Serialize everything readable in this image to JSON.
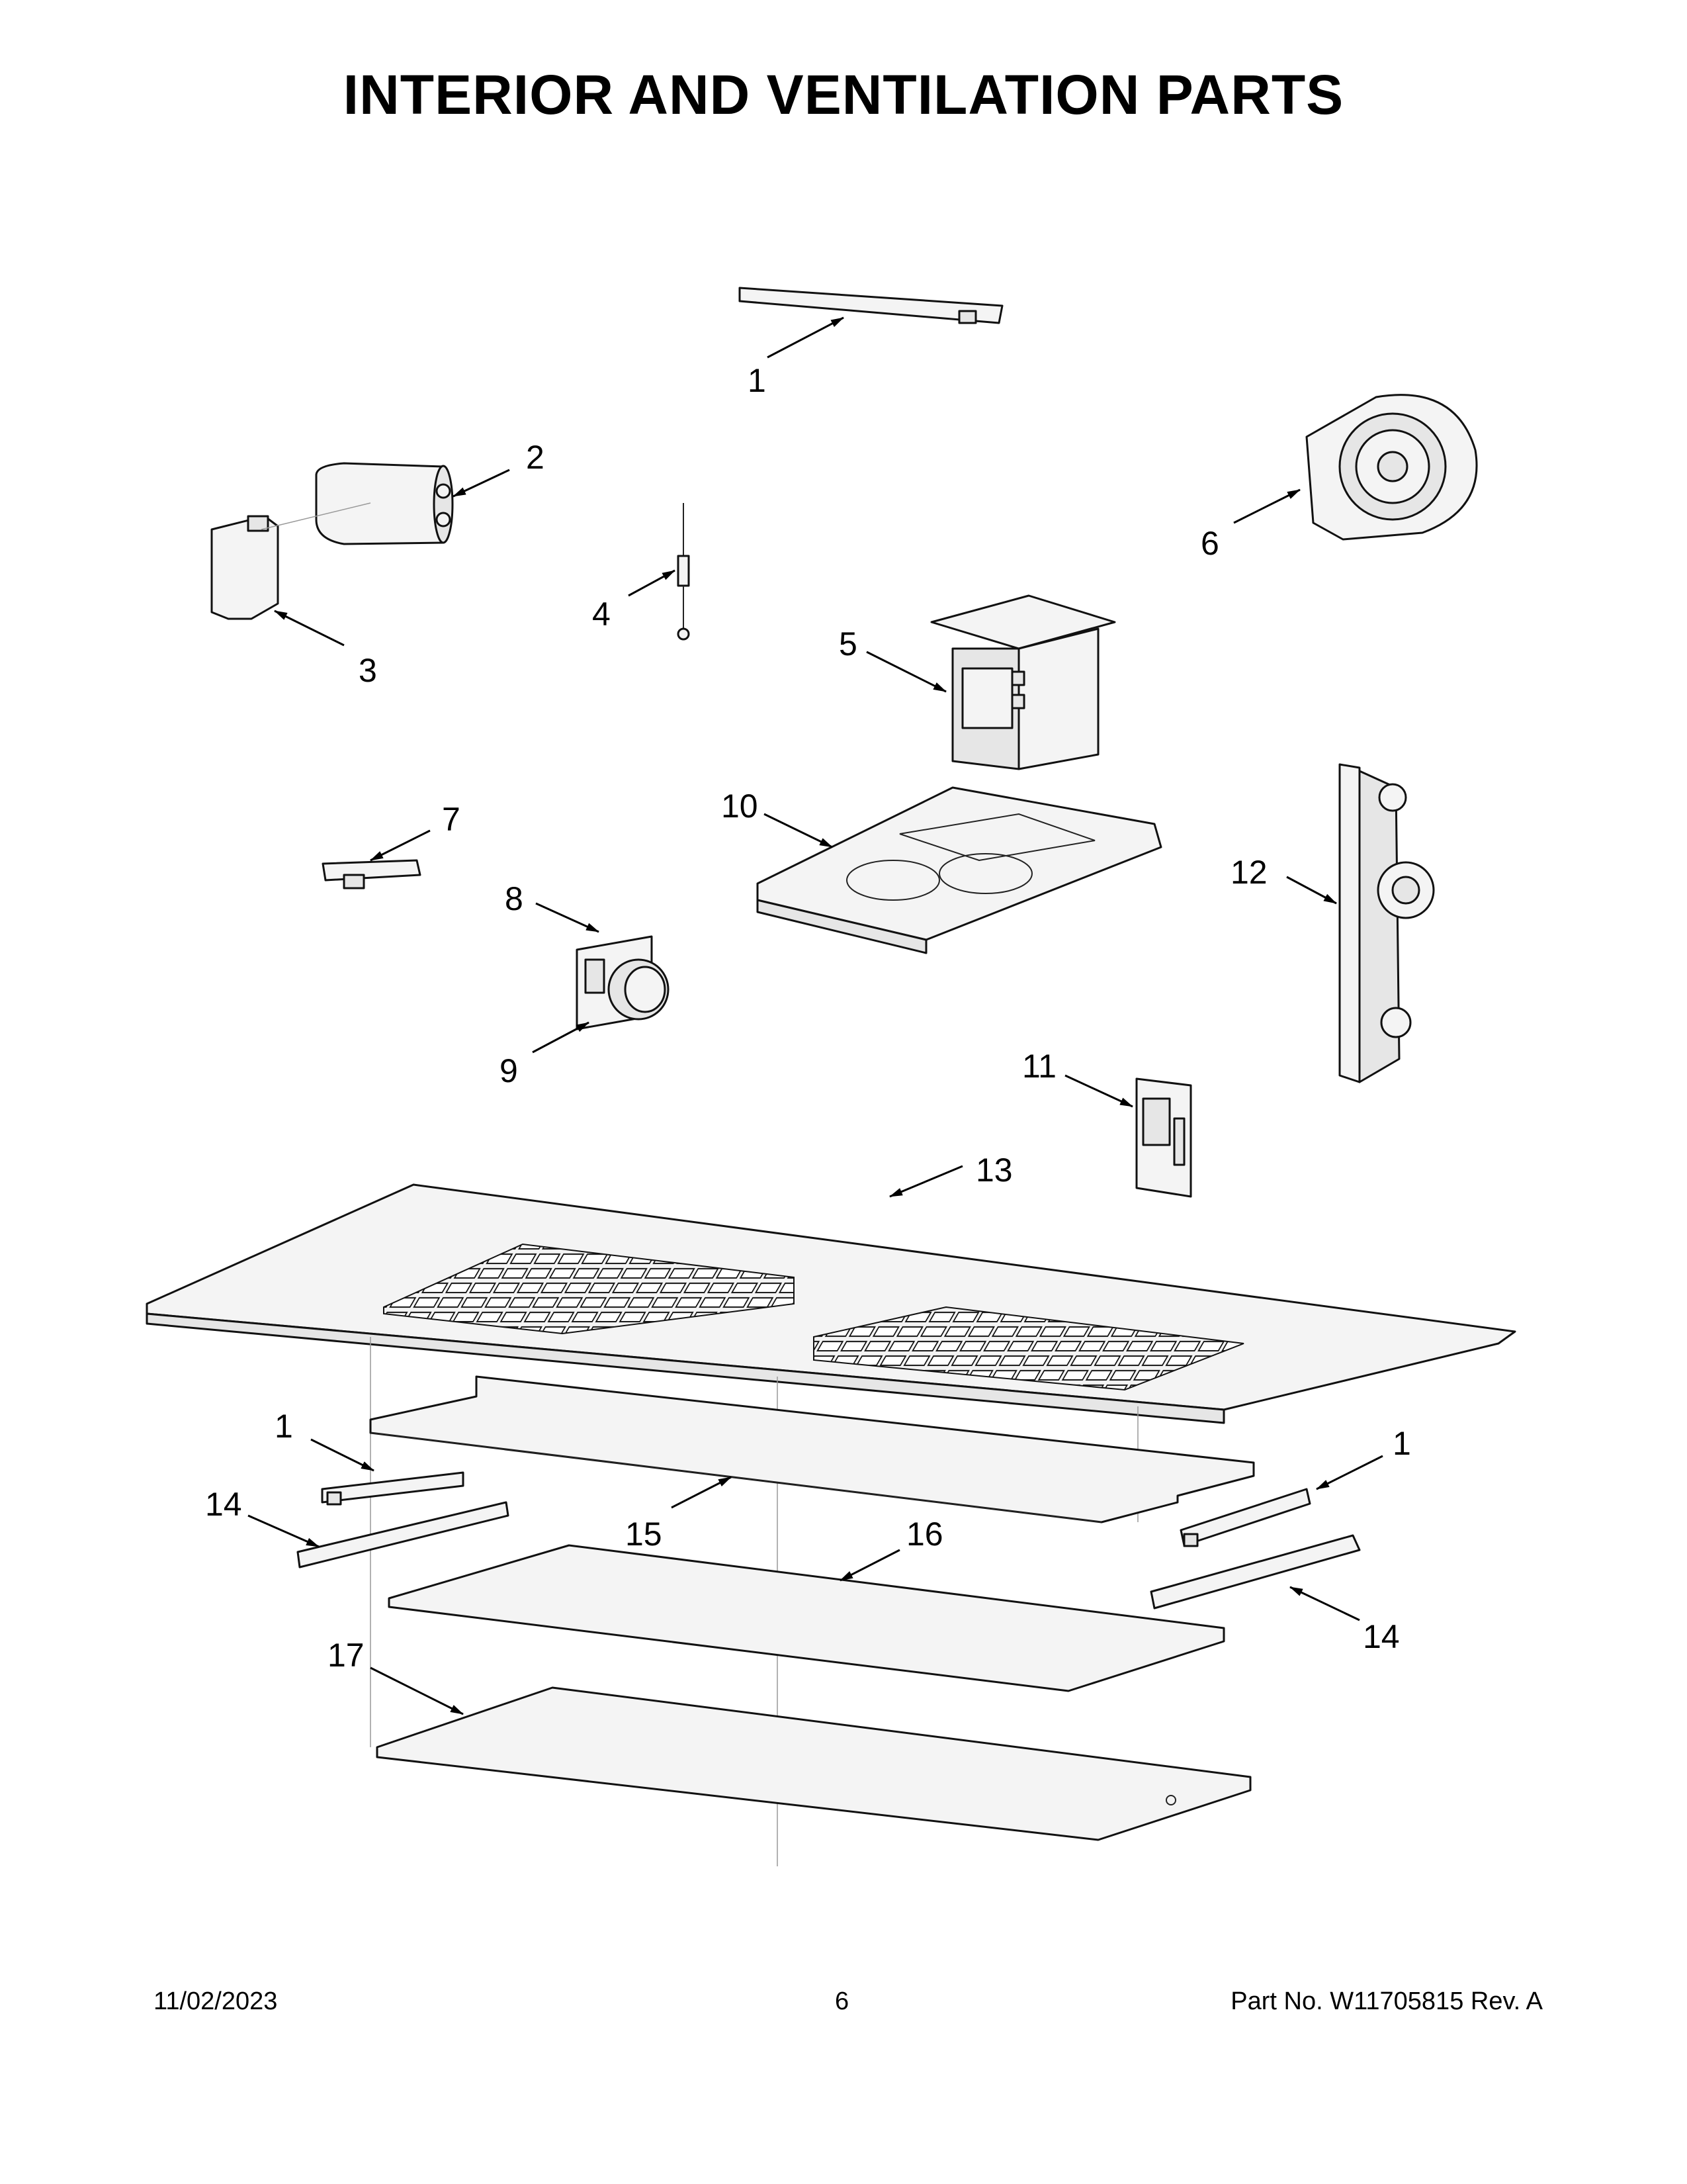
{
  "page": {
    "title": "INTERIOR AND VENTILATION PARTS",
    "footer_date": "11/02/2023",
    "footer_page": "6",
    "footer_part": "Part No.  W11705815  Rev.  A"
  },
  "callouts": [
    {
      "id": "c1a",
      "label": "1"
    },
    {
      "id": "c2",
      "label": "2"
    },
    {
      "id": "c3",
      "label": "3"
    },
    {
      "id": "c4",
      "label": "4"
    },
    {
      "id": "c5",
      "label": "5"
    },
    {
      "id": "c6",
      "label": "6"
    },
    {
      "id": "c7",
      "label": "7"
    },
    {
      "id": "c8",
      "label": "8"
    },
    {
      "id": "c9",
      "label": "9"
    },
    {
      "id": "c10",
      "label": "10"
    },
    {
      "id": "c11",
      "label": "11"
    },
    {
      "id": "c12",
      "label": "12"
    },
    {
      "id": "c13",
      "label": "13"
    },
    {
      "id": "c1b",
      "label": "1"
    },
    {
      "id": "c14a",
      "label": "14"
    },
    {
      "id": "c15",
      "label": "15"
    },
    {
      "id": "c16",
      "label": "16"
    },
    {
      "id": "c1c",
      "label": "1"
    },
    {
      "id": "c14b",
      "label": "14"
    },
    {
      "id": "c17",
      "label": "17"
    }
  ],
  "icons": {
    "arrowhead": "arrowhead-icon"
  }
}
